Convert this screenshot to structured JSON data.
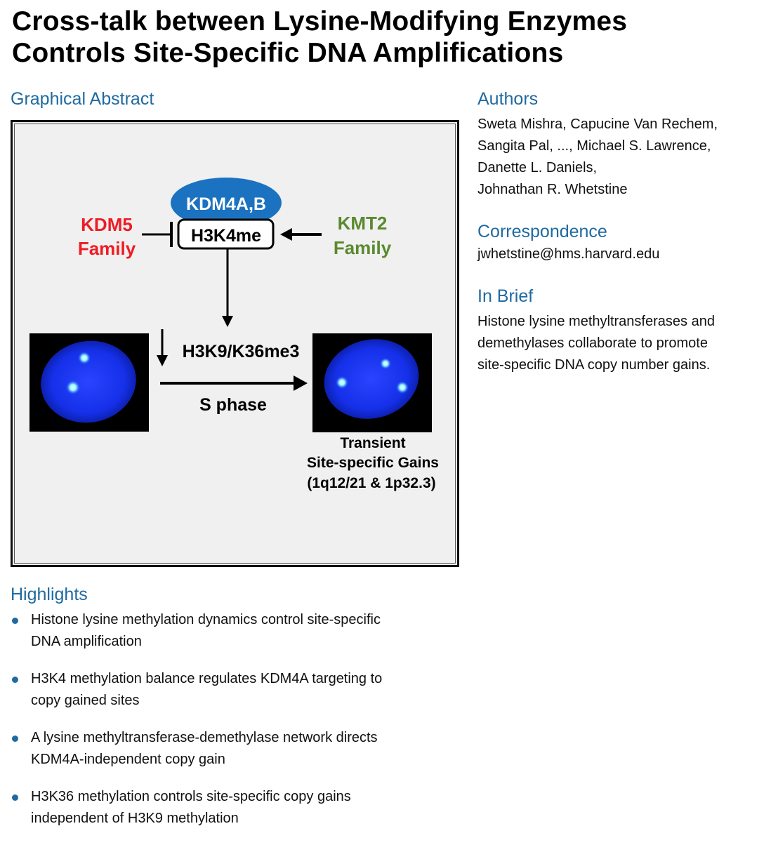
{
  "title": {
    "line1": "Cross-talk between Lysine-Modifying Enzymes",
    "line2": "Controls Site-Specific DNA Amplifications"
  },
  "graphical_abstract": {
    "heading": "Graphical Abstract",
    "labels": {
      "kdm4ab": "KDM4A,B",
      "h3k4me": "H3K4me",
      "kdm5_line1": "KDM5",
      "kdm5_line2": "Family",
      "kmt2_line1": "KMT2",
      "kmt2_line2": "Family",
      "h3k9_k36": "H3K9/K36me3",
      "s_phase": "S phase",
      "gains_line1": "Transient",
      "gains_line2": "Site-specific Gains",
      "gains_line3": "(1q12/21 & 1p32.3)"
    },
    "colors": {
      "kdm5": "#ee1c24",
      "kmt2": "#5a8a2e",
      "kdm4_fill": "#1b72c0",
      "nucleus": "#1530e8",
      "foci": "#8ff5ff",
      "heading_blue": "#1f6aa0"
    }
  },
  "authors": {
    "heading": "Authors",
    "lines": [
      "Sweta Mishra, Capucine Van Rechem,",
      "Sangita Pal, ..., Michael S. Lawrence,",
      "Danette L. Daniels,",
      "Johnathan R. Whetstine"
    ]
  },
  "correspondence": {
    "heading": "Correspondence",
    "email": "jwhetstine@hms.harvard.edu"
  },
  "in_brief": {
    "heading": "In Brief",
    "lines": [
      "Histone lysine methyltransferases and",
      "demethylases collaborate to promote",
      "site-specific DNA copy number gains."
    ]
  },
  "highlights": {
    "heading": "Highlights",
    "items": [
      {
        "line1": "Histone lysine methylation dynamics control site-specific",
        "line2": "DNA amplification"
      },
      {
        "line1": "H3K4 methylation balance regulates KDM4A targeting to",
        "line2": "copy gained sites"
      },
      {
        "line1": "A lysine methyltransferase-demethylase network directs",
        "line2": "KDM4A-independent copy gain"
      },
      {
        "line1": "H3K36 methylation controls site-specific copy gains",
        "line2": "independent of H3K9 methylation"
      }
    ]
  }
}
